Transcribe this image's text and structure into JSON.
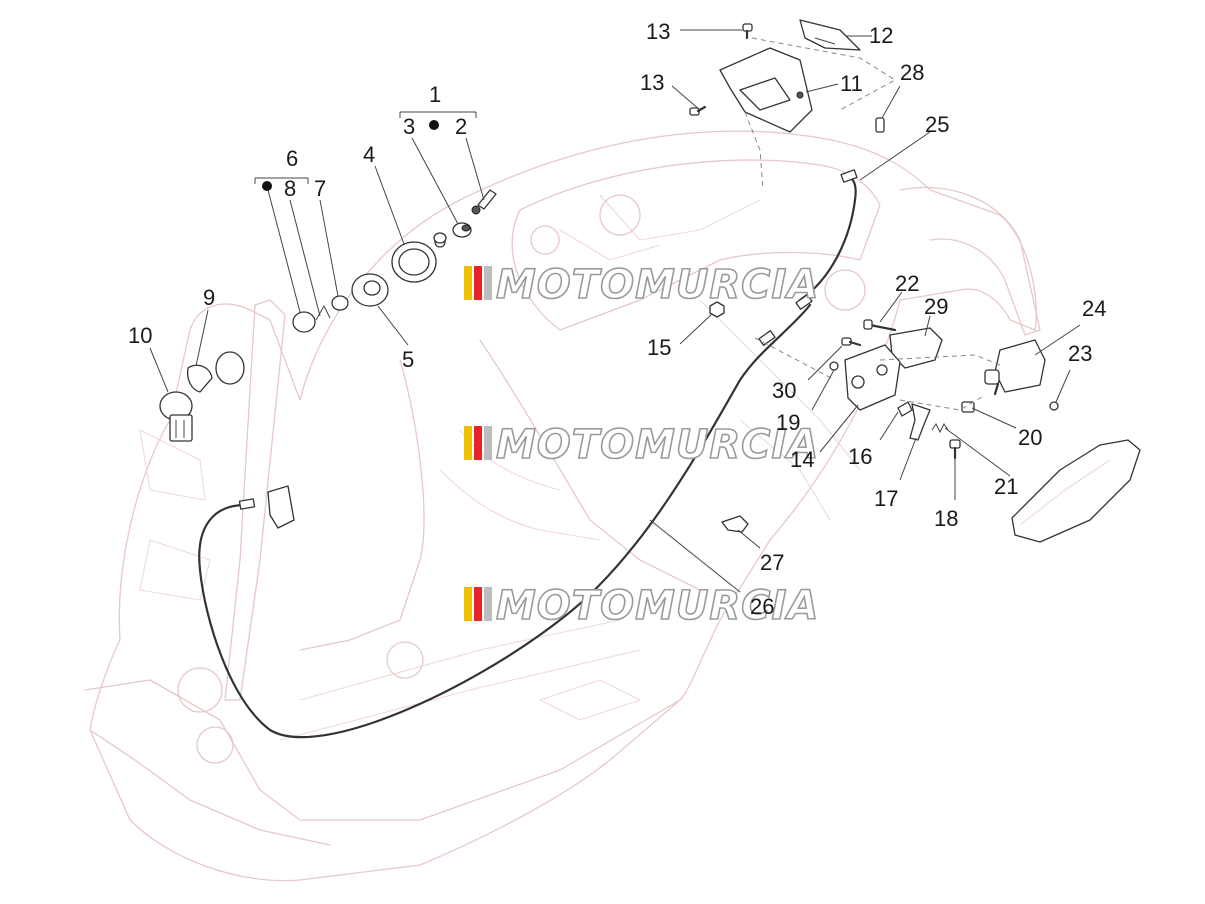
{
  "watermark": {
    "text": "MOTOMURCIA",
    "stripe_colors": [
      "#f2c200",
      "#e8232a",
      "#bdbdbd"
    ]
  },
  "callouts": {
    "c1": "1",
    "c2": "2",
    "c3": "3",
    "c4": "4",
    "c5": "5",
    "c6": "6",
    "c7": "7",
    "c8": "8",
    "c9": "9",
    "c10": "10",
    "c11": "11",
    "c12": "12",
    "c13a": "13",
    "c13b": "13",
    "c14": "14",
    "c15": "15",
    "c16": "16",
    "c17": "17",
    "c18": "18",
    "c19": "19",
    "c20": "20",
    "c21": "21",
    "c22": "22",
    "c23": "23",
    "c24": "24",
    "c25": "25",
    "c26": "26",
    "c27": "27",
    "c28": "28",
    "c29": "29",
    "c30": "30"
  },
  "colors": {
    "frame_outline": "#e8c8c8",
    "parts": "#333333"
  }
}
